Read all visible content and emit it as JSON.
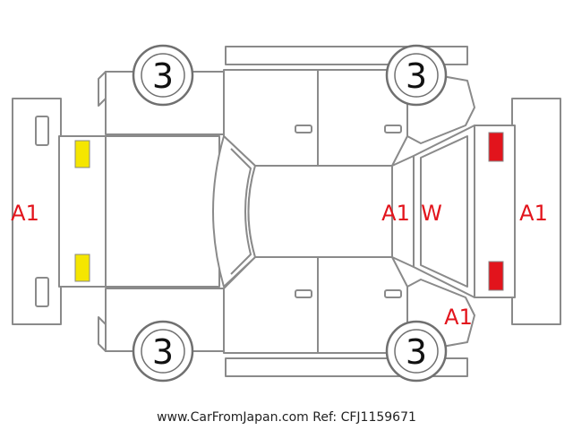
{
  "colors": {
    "outline": "#8a8a8a",
    "damage_code": "#e2141c",
    "lamp_front": "#f5e600",
    "lamp_rear": "#e2141c"
  },
  "marks": {
    "tire_front_left": "3",
    "tire_rear_left": "3",
    "tire_front_right": "3",
    "tire_rear_right": "3",
    "front_bumper": "A1",
    "rear_bumper": "A1",
    "rear_glass_code1": "A1",
    "rear_glass_code2": "W",
    "rear_quarter": "A1"
  },
  "footer": {
    "site": "www.CarFromJapan.com",
    "ref": "Ref: CFJ1159671"
  }
}
